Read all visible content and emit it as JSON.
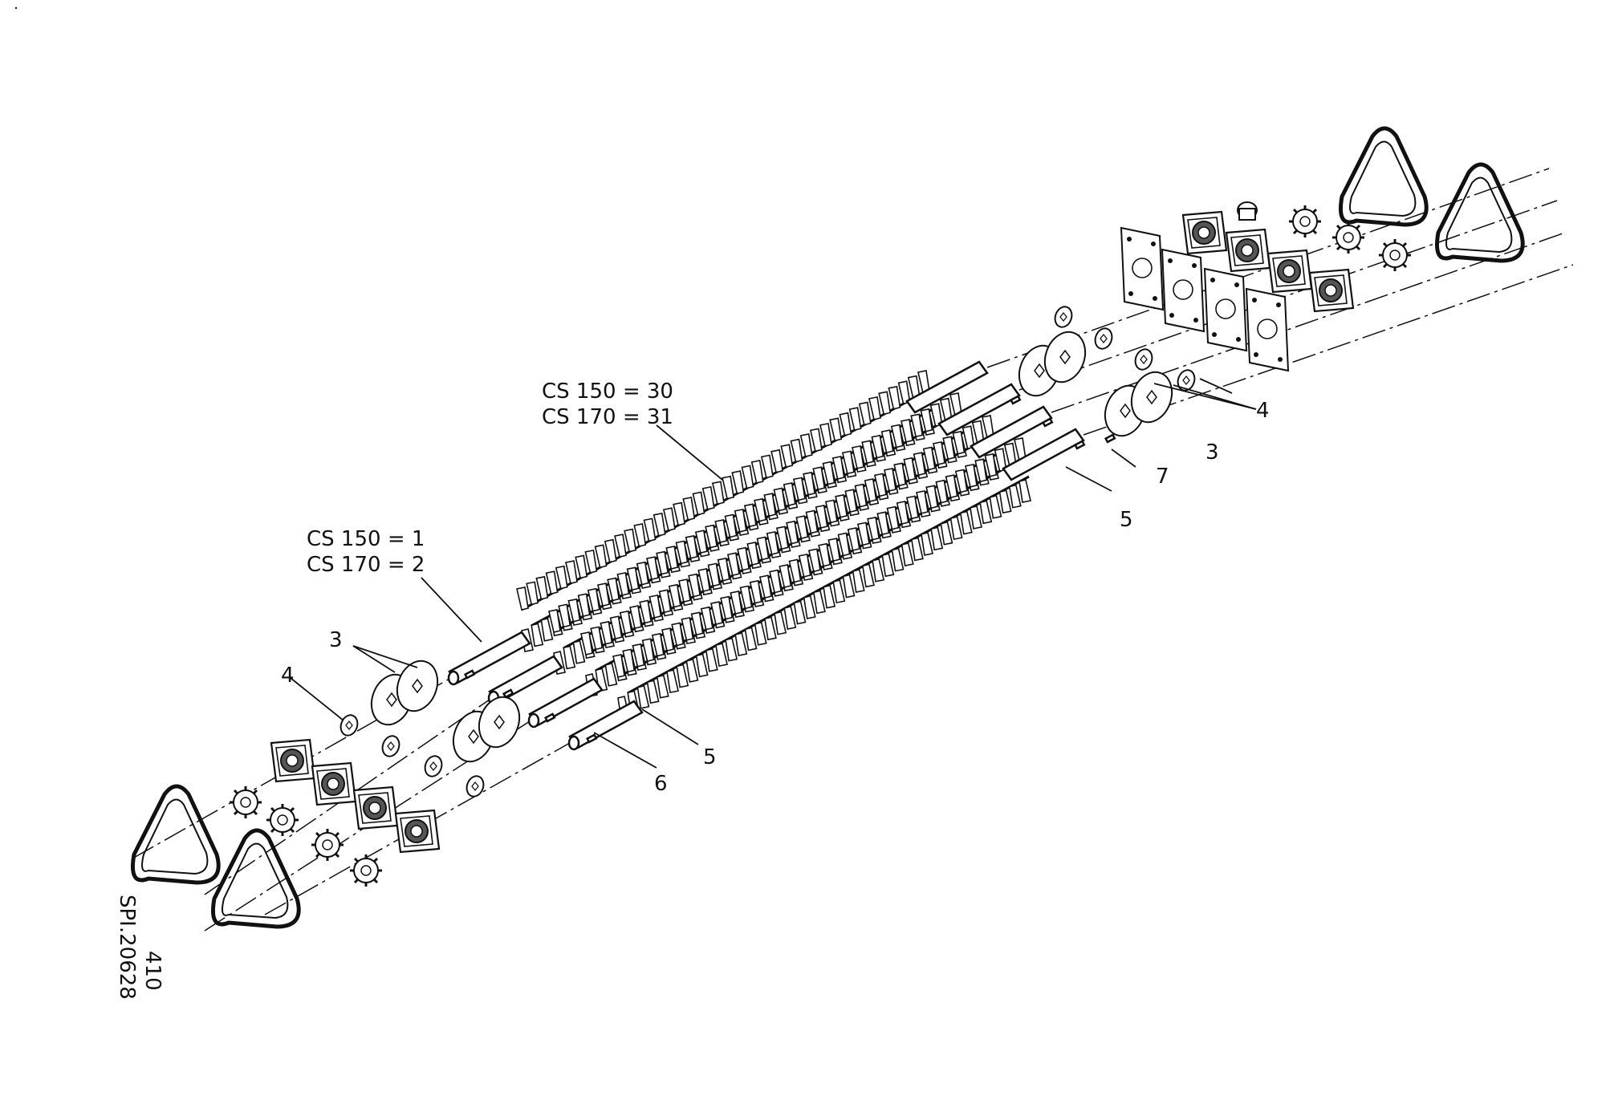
{
  "callouts": {
    "shaft_left_l1": "CS 150 = 1",
    "shaft_left_l2": "CS 170 = 2",
    "rotor_l1": "CS 150 = 30",
    "rotor_l2": "CS 170 = 31",
    "disc_left": "3",
    "washer_left": "4",
    "key_6": "6",
    "key_5_left": "5",
    "washer_right": "4",
    "disc_right": "3",
    "key_7": "7",
    "key_5_right": "5"
  },
  "drawing_ref": {
    "code": "SPI.20628",
    "page": "410"
  },
  "colors": {
    "line": "#111111",
    "background": "#ffffff"
  }
}
